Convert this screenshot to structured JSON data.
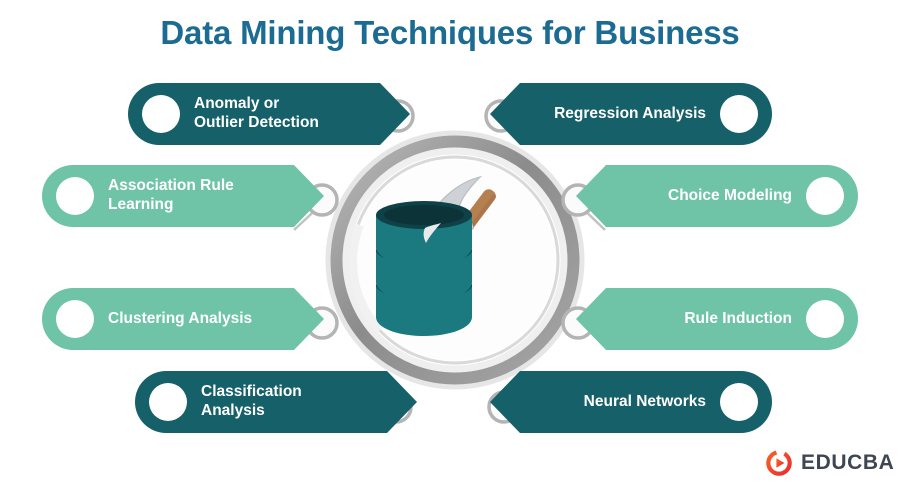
{
  "header": {
    "title": "Data Mining Techniques for Business"
  },
  "colors": {
    "title": "#1b6b92",
    "dark_teal": "#166069",
    "light_green": "#6fc4a8",
    "ring_gray": "#8d8d8d",
    "ring_light": "#d4d4d4",
    "db_teal": "#1a7a7f",
    "db_dark": "#0d3d43",
    "handle_brown": "#b5804f",
    "metal_gray": "#c9ccd1",
    "logo_orange": "#f4512c",
    "logo_text": "#3e4651",
    "knob_white": "#ffffff"
  },
  "center": {
    "icon_name": "database-pickaxe-icon",
    "ring_name": "gear-ring"
  },
  "techniques": {
    "left": [
      {
        "label": "Anomaly or\nOutlier Detection",
        "color": "dark_teal",
        "node_name": "connector-node-anomaly"
      },
      {
        "label": "Association Rule\nLearning",
        "color": "light_green",
        "node_name": "connector-node-association"
      },
      {
        "label": "Clustering Analysis",
        "color": "light_green",
        "node_name": "connector-node-clustering"
      },
      {
        "label": "Classification\nAnalysis",
        "color": "dark_teal",
        "node_name": "connector-node-classification"
      }
    ],
    "right": [
      {
        "label": "Regression Analysis",
        "color": "dark_teal",
        "node_name": "connector-node-regression"
      },
      {
        "label": "Choice Modeling",
        "color": "light_green",
        "node_name": "connector-node-choice"
      },
      {
        "label": "Rule Induction",
        "color": "light_green",
        "node_name": "connector-node-rule"
      },
      {
        "label": "Neural Networks",
        "color": "dark_teal",
        "node_name": "connector-node-neural"
      }
    ]
  },
  "logo": {
    "name": "educba-logo",
    "text": "EDUCBA"
  }
}
